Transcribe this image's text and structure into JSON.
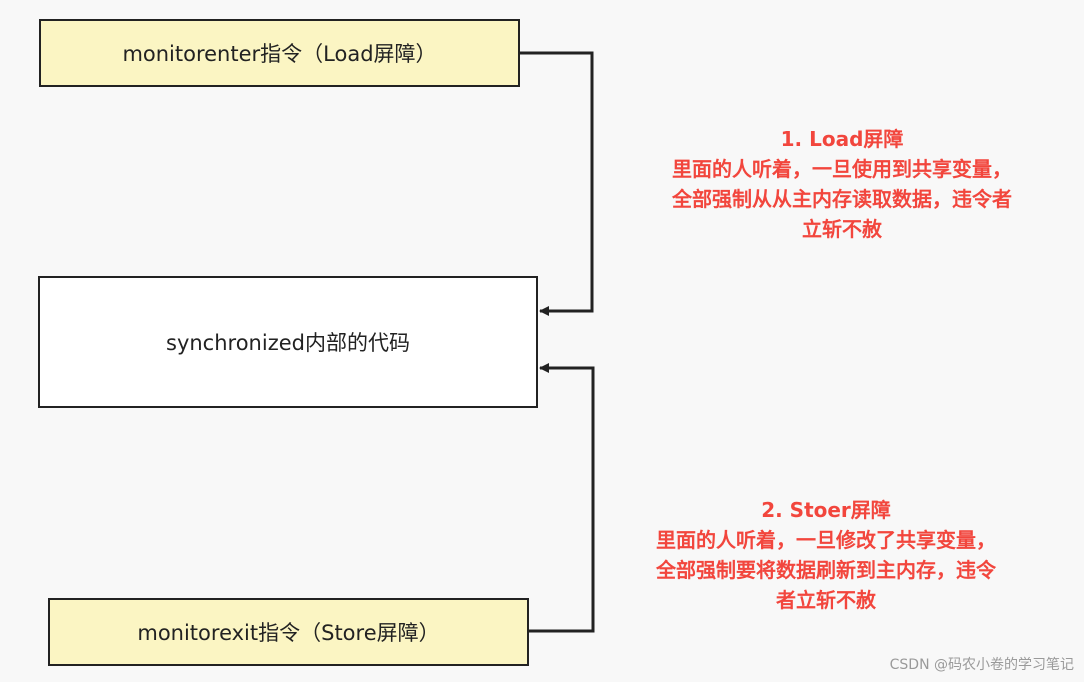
{
  "nodes": {
    "monitorenter": "monitorenter指令（Load屏障）",
    "synchronized": "synchronized内部的代码",
    "monitorexit": "monitorexit指令（Store屏障）"
  },
  "notes": {
    "load": {
      "lines": [
        "1. Load屏障",
        "里面的人听着，一旦使用到共享变量，",
        "全部强制从从主内存读取数据，违令者",
        "立斩不赦"
      ]
    },
    "store": {
      "lines": [
        "2. Stoer屏障",
        "里面的人听着，一旦修改了共享变量，",
        "全部强制要将数据刷新到主内存，违令",
        "者立斩不赦"
      ]
    }
  },
  "colors": {
    "note_text": "#f2463d",
    "box_fill_yellow": "#fbf5c3",
    "box_fill_white": "#ffffff",
    "line": "#222222"
  },
  "watermark": "CSDN @码农小卷的学习笔记"
}
